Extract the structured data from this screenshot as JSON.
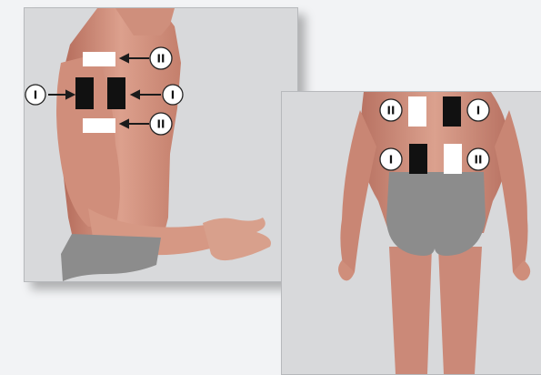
{
  "colors": {
    "background": "#f2f3f5",
    "panel": "#d8d9db",
    "skin": "#d99a86",
    "skin_shadow": "#b9705e",
    "underwear": "#8c8c8c",
    "electrode_white": "#ffffff",
    "electrode_black": "#111111",
    "label_circle": "#ffffff",
    "arrow": "#1b1b1b"
  },
  "channel_labels": {
    "one": "I",
    "two": "II"
  },
  "left_view": {
    "electrodes": [
      {
        "id": "shoulder-top",
        "color": "white",
        "channel": "II"
      },
      {
        "id": "shoulder-front-left",
        "color": "black",
        "channel": "I"
      },
      {
        "id": "shoulder-front-right",
        "color": "black",
        "channel": "I"
      },
      {
        "id": "shoulder-bottom",
        "color": "white",
        "channel": "II"
      }
    ]
  },
  "right_view": {
    "electrodes": [
      {
        "id": "upper-left",
        "color": "white",
        "channel": "II"
      },
      {
        "id": "upper-right",
        "color": "black",
        "channel": "I"
      },
      {
        "id": "lower-left",
        "color": "black",
        "channel": "I"
      },
      {
        "id": "lower-right",
        "color": "white",
        "channel": "II"
      }
    ]
  }
}
